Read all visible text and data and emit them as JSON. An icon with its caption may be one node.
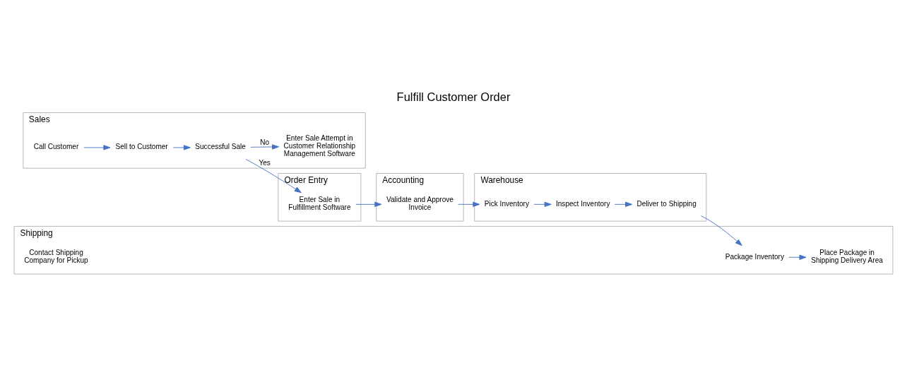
{
  "diagram": {
    "title": "Fulfill Customer Order",
    "nodes": [
      {
        "text": [
          "Sales"
        ]
      },
      {
        "text": [
          "Call Customer"
        ],
        "in": 0
      },
      {
        "text": [
          "Sell to Customer"
        ],
        "in": 0
      },
      {
        "text": [
          "Successful Sale"
        ],
        "in": 0
      },
      {
        "text": [
          "Enter Sale Attempt in Customer Relationship Management Software"
        ],
        "in": 0
      },
      {
        "text": [
          "Order Entry"
        ]
      },
      {
        "text": [
          "Enter Sale in Fulfillment Software"
        ],
        "in": 5
      },
      {
        "text": [
          "Accounting"
        ]
      },
      {
        "text": [
          "Validate and Approve Invoice"
        ],
        "in": 7
      },
      {
        "text": [
          "Warehouse"
        ]
      },
      {
        "text": [
          "Pick Inventory"
        ],
        "in": 9
      },
      {
        "text": [
          "Inspect Inventory"
        ],
        "in": 9
      },
      {
        "text": [
          "Deliver to Shipping"
        ],
        "in": 9
      },
      {
        "text": [
          "Shipping"
        ]
      },
      {
        "text": [
          "Package Inventory"
        ],
        "in": 13
      },
      {
        "text": [
          "Place Package in Shipping Delivery Area"
        ],
        "in": 13
      },
      {
        "text": [
          "Contact Shipping Company for Pickup"
        ],
        "in": 13
      }
    ],
    "edges": [
      {
        "from": 1,
        "to": 2,
        "arrow": "to"
      },
      {
        "from": 2,
        "to": 3,
        "arrow": "to"
      },
      {
        "from": 3,
        "to": 4,
        "arrow": "to",
        "label": "No"
      },
      {
        "from": 3,
        "to": 6,
        "arrow": "to",
        "label": "Yes"
      },
      {
        "from": 6,
        "to": 8,
        "arrow": "to"
      },
      {
        "from": 8,
        "to": 10,
        "arrow": "to"
      },
      {
        "from": 10,
        "to": 11,
        "arrow": "to"
      },
      {
        "from": 11,
        "to": 12,
        "arrow": "to"
      },
      {
        "from": 12,
        "to": 14,
        "arrow": "to"
      },
      {
        "from": 14,
        "to": 15,
        "arrow": "to"
      }
    ]
  }
}
